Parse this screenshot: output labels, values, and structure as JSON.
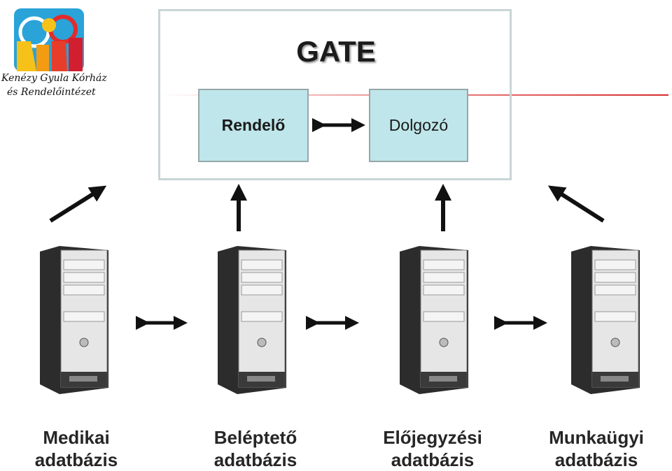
{
  "logo": {
    "line1": "Kenézy Gyula Kórház",
    "line2": "és Rendelőintézet"
  },
  "gate": {
    "title": "GATE",
    "left_box": "Rendelő",
    "right_box": "Dolgozó"
  },
  "databases": [
    {
      "line1": "Medikai",
      "line2": "adatbázis"
    },
    {
      "line1": "Beléptető",
      "line2": "adatbázis"
    },
    {
      "line1": "Előjegyzési",
      "line2": "adatbázis"
    },
    {
      "line1": "Munkaügyi",
      "line2": "adatbázis"
    }
  ],
  "colors": {
    "box_fill": "#bfe6ea",
    "frame": "#c9d5d7",
    "arrow": "#111111",
    "accent_line": "#d42a2a"
  }
}
